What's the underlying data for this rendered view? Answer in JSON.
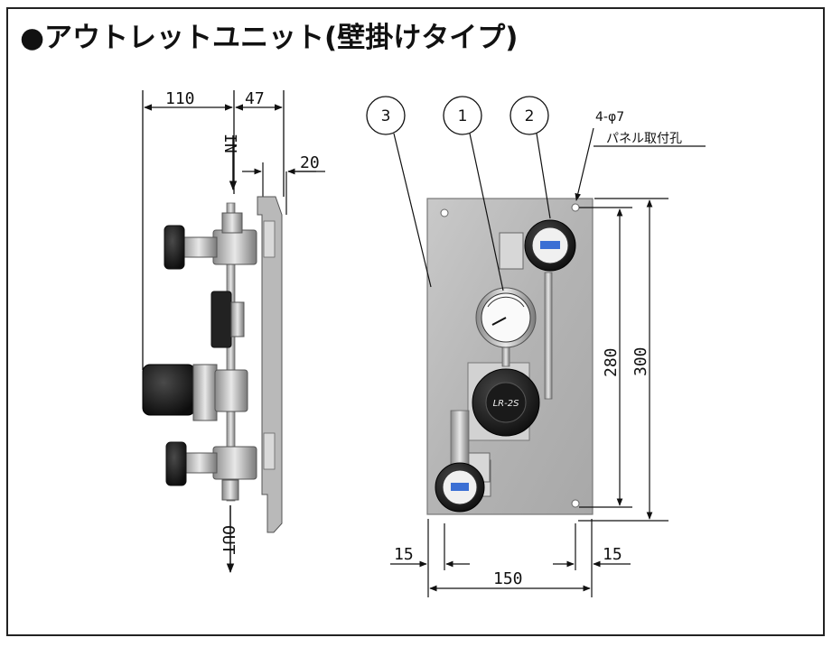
{
  "title": "●アウトレットユニット(壁掛けタイプ)",
  "side_view": {
    "dim_width_left": "110",
    "dim_width_right": "47",
    "dim_bracket": "20",
    "label_in": "IN",
    "label_out": "OUT"
  },
  "front_view": {
    "callout_1": "1",
    "callout_2": "2",
    "callout_3": "3",
    "hole_spec": "4-φ7",
    "hole_label": "パネル取付孔",
    "dim_hole_pitch_v": "280",
    "dim_height": "300",
    "dim_margin_left": "15",
    "dim_margin_right": "15",
    "dim_width": "150",
    "regulator_label": "LR-2S"
  }
}
